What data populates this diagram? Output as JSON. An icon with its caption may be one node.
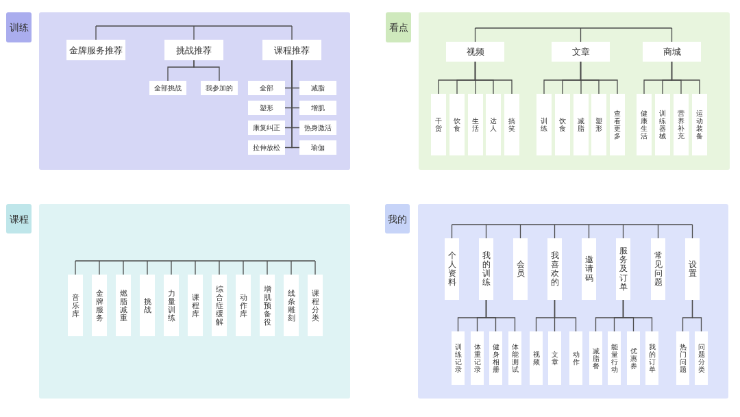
{
  "diagram": {
    "nodes": [
      {
        "text": [
          "训练"
        ]
      },
      {
        "text": [],
        "shape": "box"
      },
      {
        "text": [
          "金牌服务推荐"
        ],
        "in": 1
      },
      {
        "text": [
          "挑战推荐"
        ],
        "in": 1
      },
      {
        "text": [
          "课程推荐"
        ],
        "in": 1
      },
      {
        "text": [
          "全部挑战"
        ],
        "in": 1
      },
      {
        "text": [
          "我参加的"
        ],
        "in": 1
      },
      {
        "text": [
          "全部"
        ],
        "in": 1
      },
      {
        "text": [
          "减脂"
        ],
        "in": 1
      },
      {
        "text": [
          "塑形"
        ],
        "in": 1
      },
      {
        "text": [
          "增肌"
        ],
        "in": 1
      },
      {
        "text": [
          "康复纠正"
        ],
        "in": 1
      },
      {
        "text": [
          "热身激活"
        ],
        "in": 1
      },
      {
        "text": [
          "拉伸放松"
        ],
        "in": 1
      },
      {
        "text": [
          "瑜伽"
        ],
        "in": 1
      },
      {
        "text": [
          "看点"
        ]
      },
      {
        "text": [],
        "shape": "box"
      },
      {
        "text": [
          "视频"
        ],
        "in": 16
      },
      {
        "text": [
          "文章"
        ],
        "in": 16
      },
      {
        "text": [
          "商城"
        ],
        "in": 16
      },
      {
        "text": [
          "干货"
        ],
        "in": 16
      },
      {
        "text": [
          "饮食"
        ],
        "in": 16
      },
      {
        "text": [
          "生活"
        ],
        "in": 16
      },
      {
        "text": [
          "达人"
        ],
        "in": 16
      },
      {
        "text": [
          "搞笑"
        ],
        "in": 16
      },
      {
        "text": [
          "训练"
        ],
        "in": 16
      },
      {
        "text": [
          "饮食"
        ],
        "in": 16
      },
      {
        "text": [
          "减脂"
        ],
        "in": 16
      },
      {
        "text": [
          "塑形"
        ],
        "in": 16
      },
      {
        "text": [
          "查看更多"
        ],
        "in": 16
      },
      {
        "text": [
          "健康生活"
        ],
        "in": 16
      },
      {
        "text": [
          "训练器械"
        ],
        "in": 16
      },
      {
        "text": [
          "营养补充"
        ],
        "in": 16
      },
      {
        "text": [
          "运动装备"
        ],
        "in": 16
      },
      {
        "text": [
          "课程"
        ]
      },
      {
        "text": [],
        "shape": "box"
      },
      {
        "text": [
          "音乐库"
        ],
        "in": 35
      },
      {
        "text": [
          "金牌服务"
        ],
        "in": 35
      },
      {
        "text": [
          "燃脂减重"
        ],
        "in": 35
      },
      {
        "text": [
          "挑战"
        ],
        "in": 35
      },
      {
        "text": [
          "力量训练"
        ],
        "in": 35
      },
      {
        "text": [
          "课程库"
        ],
        "in": 35
      },
      {
        "text": [
          "综合症缓解"
        ],
        "in": 35
      },
      {
        "text": [
          "动作库"
        ],
        "in": 35
      },
      {
        "text": [
          "增肌预备役"
        ],
        "in": 35
      },
      {
        "text": [
          "线条雕刻"
        ],
        "in": 35
      },
      {
        "text": [
          "课程分类"
        ],
        "in": 35
      },
      {
        "text": [
          "我的"
        ]
      },
      {
        "text": [],
        "shape": "box"
      },
      {
        "text": [
          "个人资料"
        ],
        "in": 48
      },
      {
        "text": [
          "我的训练"
        ],
        "in": 48
      },
      {
        "text": [
          "会员"
        ],
        "in": 48
      },
      {
        "text": [
          "我喜欢的"
        ],
        "in": 48
      },
      {
        "text": [
          "邀请码"
        ],
        "in": 48
      },
      {
        "text": [
          "服务及订单"
        ],
        "in": 48
      },
      {
        "text": [
          "常见问题"
        ],
        "in": 48
      },
      {
        "text": [
          "设置"
        ],
        "in": 48
      },
      {
        "text": [
          "训练记录"
        ],
        "in": 48
      },
      {
        "text": [
          "体重记录"
        ],
        "in": 48
      },
      {
        "text": [
          "健身相册"
        ],
        "in": 48
      },
      {
        "text": [
          "体能测试"
        ],
        "in": 48
      },
      {
        "text": [
          "视频"
        ],
        "in": 48
      },
      {
        "text": [
          "文章"
        ],
        "in": 48
      },
      {
        "text": [
          "动作"
        ],
        "in": 48
      },
      {
        "text": [
          "减脂餐"
        ],
        "in": 48
      },
      {
        "text": [
          "能量行动"
        ],
        "in": 48
      },
      {
        "text": [
          "优惠券"
        ],
        "in": 48
      },
      {
        "text": [
          "我的订单"
        ],
        "in": 48
      },
      {
        "text": [
          "热门问题"
        ],
        "in": 48
      },
      {
        "text": [
          "问题分类"
        ],
        "in": 48
      }
    ],
    "edges": [
      {
        "from": null,
        "to": 2,
        "arrow": "none"
      },
      {
        "from": null,
        "to": 3,
        "arrow": "none"
      },
      {
        "from": null,
        "to": 4,
        "arrow": "none"
      },
      {
        "from": 3,
        "to": 5,
        "arrow": "none"
      },
      {
        "from": 3,
        "to": 6,
        "arrow": "none"
      },
      {
        "from": 4,
        "to": 7,
        "arrow": "none"
      },
      {
        "from": 4,
        "to": 8,
        "arrow": "none"
      },
      {
        "from": 4,
        "to": 9,
        "arrow": "none"
      },
      {
        "from": 4,
        "to": 10,
        "arrow": "none"
      },
      {
        "from": 4,
        "to": 11,
        "arrow": "none"
      },
      {
        "from": 4,
        "to": 12,
        "arrow": "none"
      },
      {
        "from": 4,
        "to": 13,
        "arrow": "none"
      },
      {
        "from": 4,
        "to": 14,
        "arrow": "none"
      },
      {
        "from": null,
        "to": 17,
        "arrow": "none"
      },
      {
        "from": null,
        "to": 18,
        "arrow": "none"
      },
      {
        "from": null,
        "to": 19,
        "arrow": "none"
      },
      {
        "from": 17,
        "to": 20,
        "arrow": "none"
      },
      {
        "from": 17,
        "to": 21,
        "arrow": "none"
      },
      {
        "from": 17,
        "to": 22,
        "arrow": "none"
      },
      {
        "from": 17,
        "to": 23,
        "arrow": "none"
      },
      {
        "from": 17,
        "to": 24,
        "arrow": "none"
      },
      {
        "from": 18,
        "to": 25,
        "arrow": "none"
      },
      {
        "from": 18,
        "to": 26,
        "arrow": "none"
      },
      {
        "from": 18,
        "to": 27,
        "arrow": "none"
      },
      {
        "from": 18,
        "to": 28,
        "arrow": "none"
      },
      {
        "from": 18,
        "to": 29,
        "arrow": "none"
      },
      {
        "from": 19,
        "to": 30,
        "arrow": "none"
      },
      {
        "from": 19,
        "to": 31,
        "arrow": "none"
      },
      {
        "from": 19,
        "to": 32,
        "arrow": "none"
      },
      {
        "from": 19,
        "to": 33,
        "arrow": "none"
      },
      {
        "from": null,
        "to": 36,
        "arrow": "none"
      },
      {
        "from": null,
        "to": 37,
        "arrow": "none"
      },
      {
        "from": null,
        "to": 38,
        "arrow": "none"
      },
      {
        "from": null,
        "to": 39,
        "arrow": "none"
      },
      {
        "from": null,
        "to": 40,
        "arrow": "none"
      },
      {
        "from": null,
        "to": 41,
        "arrow": "none"
      },
      {
        "from": null,
        "to": 42,
        "arrow": "none"
      },
      {
        "from": null,
        "to": 43,
        "arrow": "none"
      },
      {
        "from": null,
        "to": 44,
        "arrow": "none"
      },
      {
        "from": null,
        "to": 45,
        "arrow": "none"
      },
      {
        "from": null,
        "to": 46,
        "arrow": "none"
      },
      {
        "from": null,
        "to": 49,
        "arrow": "none"
      },
      {
        "from": null,
        "to": 50,
        "arrow": "none"
      },
      {
        "from": null,
        "to": 51,
        "arrow": "none"
      },
      {
        "from": null,
        "to": 52,
        "arrow": "none"
      },
      {
        "from": null,
        "to": 53,
        "arrow": "none"
      },
      {
        "from": null,
        "to": 54,
        "arrow": "none"
      },
      {
        "from": null,
        "to": 55,
        "arrow": "none"
      },
      {
        "from": null,
        "to": 56,
        "arrow": "none"
      },
      {
        "from": 50,
        "to": 57,
        "arrow": "none"
      },
      {
        "from": 50,
        "to": 58,
        "arrow": "none"
      },
      {
        "from": 50,
        "to": 59,
        "arrow": "none"
      },
      {
        "from": 50,
        "to": 60,
        "arrow": "none"
      },
      {
        "from": 52,
        "to": 61,
        "arrow": "none"
      },
      {
        "from": 52,
        "to": 62,
        "arrow": "none"
      },
      {
        "from": 52,
        "to": 63,
        "arrow": "none"
      },
      {
        "from": 54,
        "to": 64,
        "arrow": "none"
      },
      {
        "from": 54,
        "to": 65,
        "arrow": "none"
      },
      {
        "from": 54,
        "to": 66,
        "arrow": "none"
      },
      {
        "from": 54,
        "to": 67,
        "arrow": "none"
      },
      {
        "from": 56,
        "to": 68,
        "arrow": "none"
      },
      {
        "from": 56,
        "to": 69,
        "arrow": "none"
      }
    ]
  }
}
